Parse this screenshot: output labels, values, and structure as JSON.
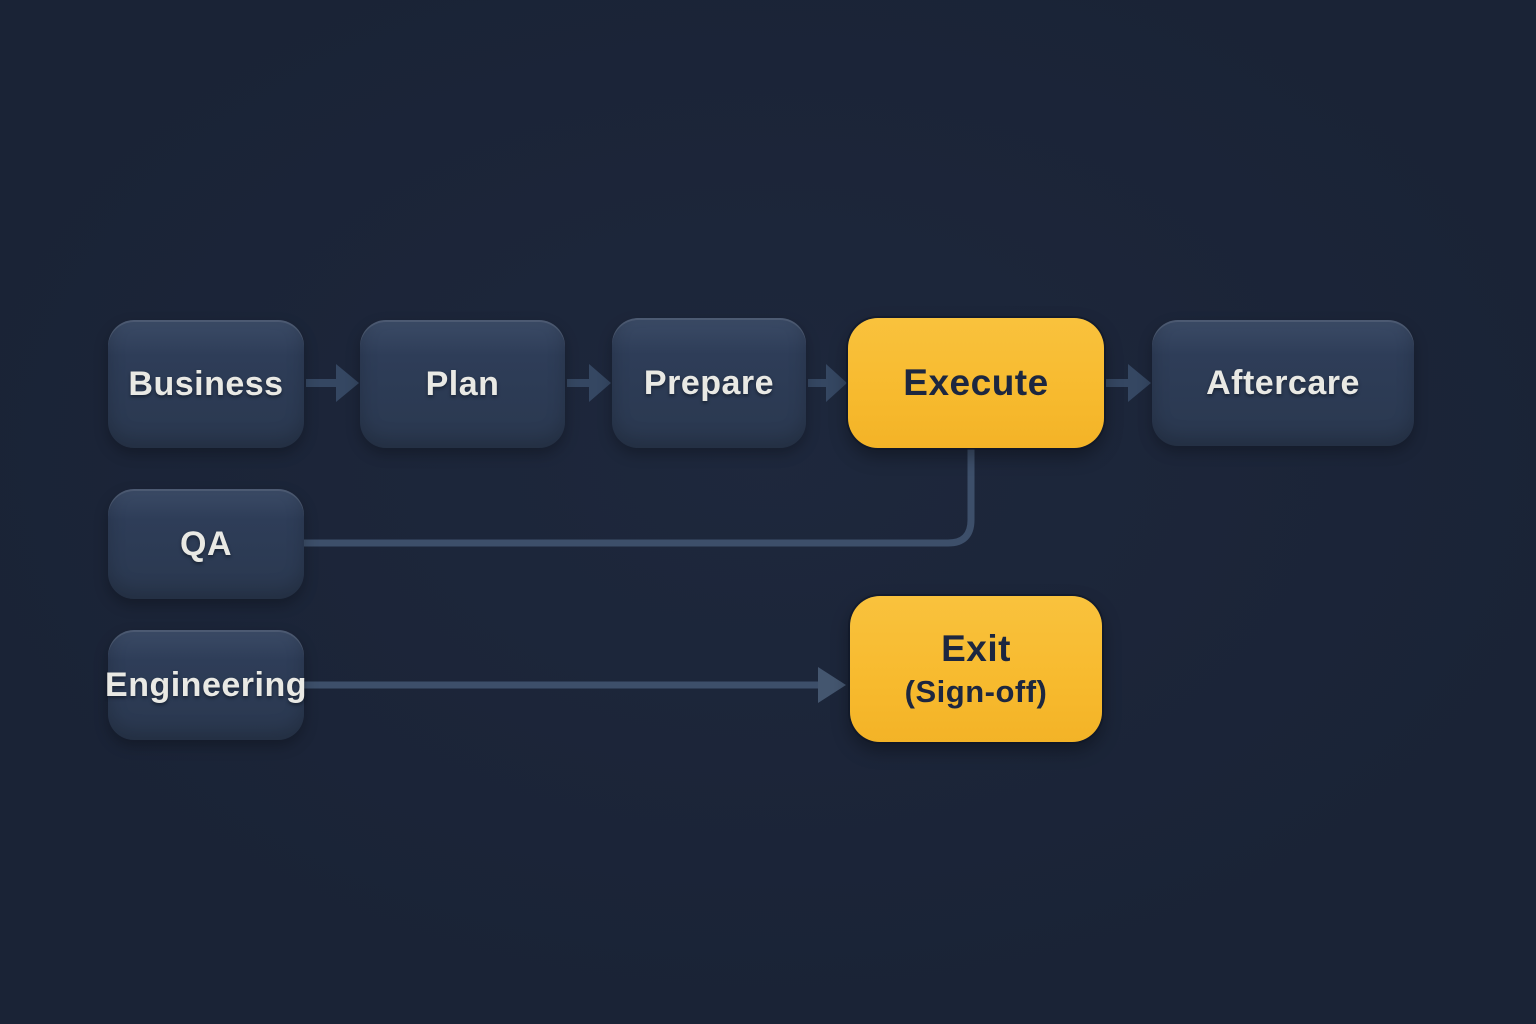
{
  "diagram": {
    "type": "flowchart",
    "background_color": "#1a2336",
    "colors": {
      "node_fill": "#2e3d58",
      "node_highlight_fill": "#f7ba2e",
      "node_text_light": "#e9e9e4",
      "node_text_dark": "#1d2740",
      "connector": "#3d4f6a",
      "arrowhead": "#354762"
    },
    "nodes": {
      "business": {
        "label": "Business",
        "highlighted": false
      },
      "plan": {
        "label": "Plan",
        "highlighted": false
      },
      "prepare": {
        "label": "Prepare",
        "highlighted": false
      },
      "execute": {
        "label": "Execute",
        "highlighted": true
      },
      "aftercare": {
        "label": "Aftercare",
        "highlighted": false
      },
      "qa": {
        "label": "QA",
        "highlighted": false
      },
      "engineering": {
        "label": "Engineering",
        "highlighted": false
      },
      "exit": {
        "label": "Exit",
        "sublabel": "(Sign-off)",
        "highlighted": true
      }
    },
    "edges": [
      {
        "from": "business",
        "to": "plan",
        "style": "arrow"
      },
      {
        "from": "plan",
        "to": "prepare",
        "style": "arrow"
      },
      {
        "from": "prepare",
        "to": "execute",
        "style": "arrow"
      },
      {
        "from": "execute",
        "to": "aftercare",
        "style": "arrow"
      },
      {
        "from": "qa",
        "to": "execute",
        "style": "elbow-line"
      },
      {
        "from": "engineering",
        "to": "exit",
        "style": "arrow"
      }
    ]
  }
}
